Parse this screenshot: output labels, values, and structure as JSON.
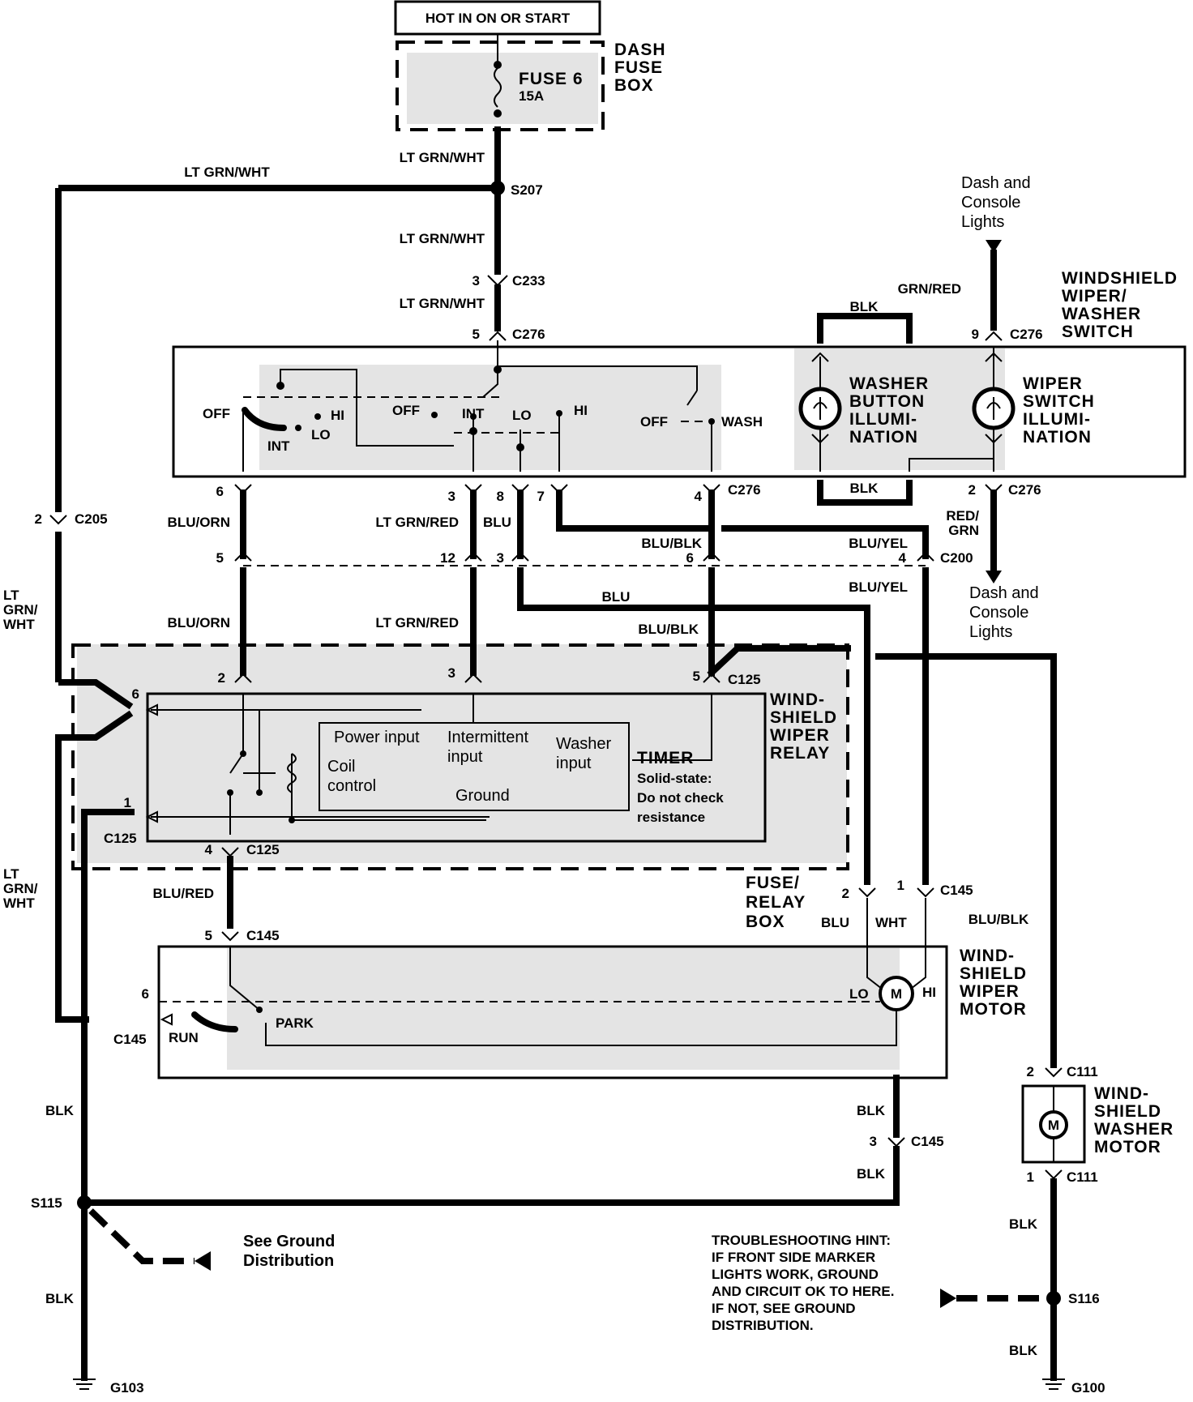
{
  "power": {
    "hot_label": "HOT IN ON OR START"
  },
  "fuse_box": {
    "fuse": "FUSE 6",
    "rating": "15A",
    "name_l1": "DASH",
    "name_l2": "FUSE",
    "name_l3": "BOX"
  },
  "wires": {
    "ltgrnwht": "LT GRN/WHT",
    "ltgrnwht_v1": "LT",
    "ltgrnwht_v2": "GRN/",
    "ltgrnwht_v3": "WHT",
    "grnred": "GRN/RED",
    "blk": "BLK",
    "bluorn": "BLU/ORN",
    "ltgrnred": "LT GRN/RED",
    "blu": "BLU",
    "blublk": "BLU/BLK",
    "bluyel": "BLU/YEL",
    "redgrn_1": "RED/",
    "redgrn_2": "GRN",
    "blured": "BLU/RED",
    "wht": "WHT"
  },
  "splices": {
    "s207": "S207",
    "s115": "S115",
    "s116": "S116"
  },
  "connectors": {
    "c233": "C233",
    "c276": "C276",
    "c205": "C205",
    "c200": "C200",
    "c125": "C125",
    "c145": "C145",
    "c111": "C111"
  },
  "pins": {
    "p1": "1",
    "p2": "2",
    "p3": "3",
    "p4": "4",
    "p5": "5",
    "p6": "6",
    "p7": "7",
    "p8": "8",
    "p9": "9",
    "p12": "12"
  },
  "grounds": {
    "g103": "G103",
    "g100": "G100"
  },
  "dash_lights": {
    "l1": "Dash and",
    "l2": "Console",
    "l3": "Lights"
  },
  "switch": {
    "name": [
      "WINDSHIELD",
      "WIPER/",
      "WASHER",
      "SWITCH"
    ],
    "washer_illum": [
      "WASHER",
      "BUTTON",
      "ILLUMI-",
      "NATION"
    ],
    "wiper_illum": [
      "WIPER",
      "SWITCH",
      "ILLUMI-",
      "NATION"
    ],
    "off": "OFF",
    "hi": "HI",
    "int": "INT",
    "lo": "LO",
    "wash": "WASH"
  },
  "relay": {
    "name": [
      "WIND-",
      "SHIELD",
      "WIPER",
      "RELAY"
    ],
    "power_input": "Power input",
    "intermittent_1": "Intermittent",
    "intermittent_2": "input",
    "washer_1": "Washer",
    "washer_2": "input",
    "coil_1": "Coil",
    "coil_2": "control",
    "ground": "Ground",
    "timer": "TIMER",
    "timer_n1": "Solid-state:",
    "timer_n2": "Do not check",
    "timer_n3": "resistance"
  },
  "fuse_relay_box": [
    "FUSE/",
    "RELAY",
    "BOX"
  ],
  "wiper_motor": {
    "name": [
      "WIND-",
      "SHIELD",
      "WIPER",
      "MOTOR"
    ],
    "lo": "LO",
    "hi": "HI",
    "m": "M",
    "run": "RUN",
    "park": "PARK"
  },
  "washer_motor": {
    "name": [
      "WIND-",
      "SHIELD",
      "WASHER",
      "MOTOR"
    ],
    "m": "M"
  },
  "ground_ref": {
    "l1": "See Ground",
    "l2": "Distribution"
  },
  "hint": [
    "TROUBLESHOOTING HINT:",
    "IF FRONT SIDE MARKER",
    "LIGHTS WORK, GROUND",
    "AND CIRCUIT OK TO HERE.",
    "IF NOT, SEE GROUND",
    "DISTRIBUTION."
  ]
}
